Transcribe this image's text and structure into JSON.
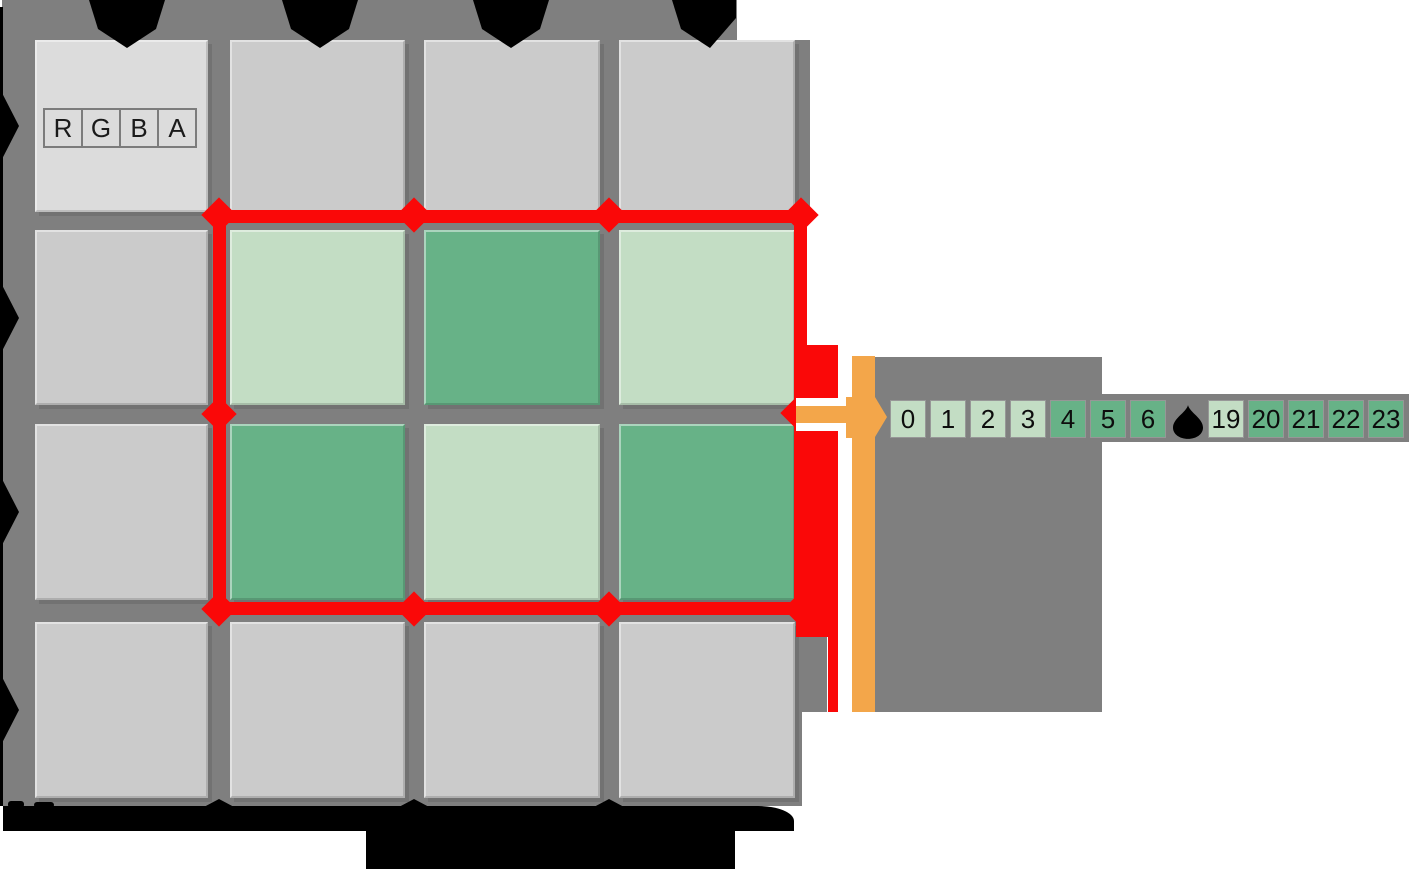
{
  "pixel_grid": {
    "rgba_labels": [
      "R",
      "G",
      "B",
      "A"
    ],
    "rows": [
      [
        "gray-light",
        "gray",
        "gray",
        "gray"
      ],
      [
        "gray",
        "green-light",
        "green-dark",
        "green-light"
      ],
      [
        "gray",
        "green-dark",
        "green-light",
        "green-dark"
      ],
      [
        "gray",
        "gray",
        "gray",
        "gray"
      ]
    ]
  },
  "selection": {
    "highlighted_rows": [
      1,
      2
    ],
    "highlighted_cols": [
      1,
      2,
      3
    ]
  },
  "byte_array": {
    "start_cells": [
      {
        "label": "0",
        "shade": "green-light"
      },
      {
        "label": "1",
        "shade": "green-light"
      },
      {
        "label": "2",
        "shade": "green-light"
      },
      {
        "label": "3",
        "shade": "green-light"
      },
      {
        "label": "4",
        "shade": "green-dark"
      },
      {
        "label": "5",
        "shade": "green-dark"
      },
      {
        "label": "6",
        "shade": "green-dark"
      }
    ],
    "ellipsis_icon": "droplet-ellipsis-icon",
    "end_cells": [
      {
        "label": "19",
        "shade": "green-light"
      },
      {
        "label": "20",
        "shade": "green-dark"
      },
      {
        "label": "21",
        "shade": "green-dark"
      },
      {
        "label": "22",
        "shade": "green-dark"
      },
      {
        "label": "23",
        "shade": "green-dark"
      }
    ]
  },
  "icons": {
    "top": "column-arrow-icon",
    "left": "row-arrow-icon",
    "flow": "orange-arrow-icon",
    "vertices": "selection-vertex-diamond-icon"
  },
  "colors": {
    "bg_gray": "#7f7f7f",
    "cell_gray": "#cbcbcb",
    "cell_gray_light": "#dcdcdc",
    "green_light": "#c3ddc4",
    "green_dark": "#67b287",
    "red": "#fa0808",
    "orange": "#f3a64a",
    "black": "#000000"
  }
}
